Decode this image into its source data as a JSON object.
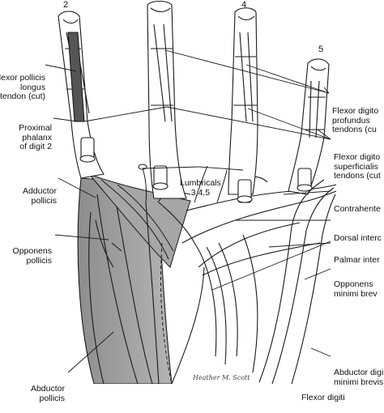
{
  "digits": [
    "2",
    "4",
    "5"
  ],
  "labels": {
    "flexor_pollicis_longus": [
      "Flexor pollicis",
      "longus",
      "tendon (cut)"
    ],
    "proximal_phalanx": [
      "Proximal",
      "phalanx",
      "of digit 2"
    ],
    "adductor_pollicis": [
      "Adductor",
      "pollicis"
    ],
    "opponens_pollicis": [
      "Opponens",
      "pollicis"
    ],
    "abductor_pollicis": [
      "Abductor",
      "pollicis"
    ],
    "lumbricals": [
      "Lumbricals",
      "3,4,5"
    ],
    "flexor_digitorum_profundus": [
      "Flexor digito",
      "profundus",
      "tendons (cu"
    ],
    "flexor_digitorum_superficialis": [
      "Flexor digito",
      "superficialis",
      "tendons (cut"
    ],
    "contrahentes": [
      "Contrahente"
    ],
    "dorsal_interossei": [
      "Dorsal interc"
    ],
    "palmar_interossei": [
      "Palmar inter"
    ],
    "opponens_digiti_minimi": [
      "Opponens",
      "minimi brev"
    ],
    "abductor_digiti_minimi": [
      "Abductor digi",
      "minimi brevis"
    ],
    "flexor_digiti": [
      "Flexor digiti"
    ]
  },
  "signature": "Heather M. Scott",
  "colors": {
    "ink": "#1a1a1a",
    "shade": "#9a9a9a",
    "shade_dark": "#7c7c7c",
    "paper": "#ffffff"
  }
}
